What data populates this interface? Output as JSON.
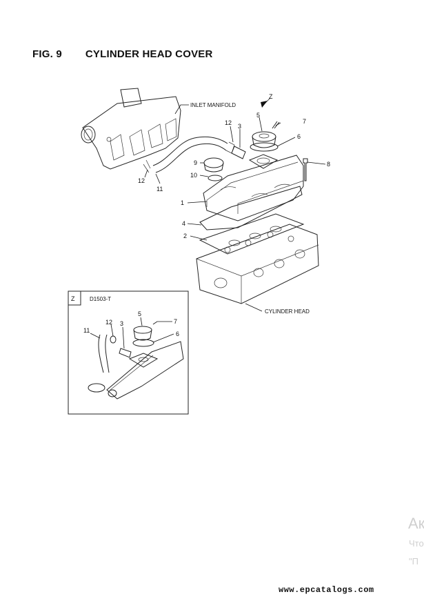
{
  "figure": {
    "number": "FIG. 9",
    "title": "CYLINDER HEAD COVER"
  },
  "labels": {
    "inlet_manifold": "INLET MANIFOLD",
    "cylinder_head": "CYLINDER HEAD",
    "view_z": "Z",
    "inset_tag": "Z",
    "inset_model": "D1503-T"
  },
  "callouts": {
    "c1": "1",
    "c2": "2",
    "c3": "3",
    "c4": "4",
    "c5": "5",
    "c6": "6",
    "c7": "7",
    "c8": "8",
    "c9": "9",
    "c10": "10",
    "c11": "11",
    "c12": "12",
    "c12b": "12",
    "i3": "3",
    "i5": "5",
    "i6": "6",
    "i7": "7",
    "i11": "11",
    "i12": "12"
  },
  "watermark": {
    "line1": "Ак",
    "line2": "Что",
    "line3": "\"П"
  },
  "footer": {
    "site": "www.epcatalogs.com"
  }
}
